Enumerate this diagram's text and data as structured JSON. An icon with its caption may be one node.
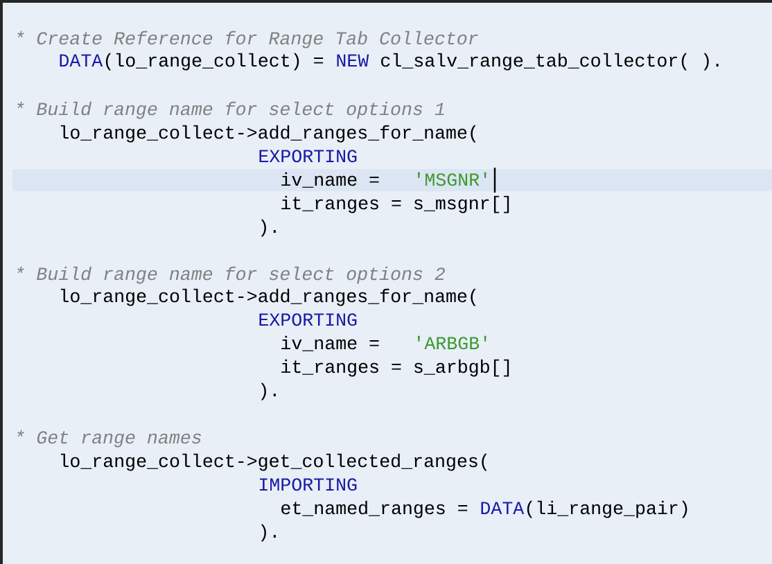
{
  "diagram": {
    "labels": [
      "* Create Reference for Range Tab Collector",
      "DATA",
      "(lo_range_collect) =",
      "NEW",
      "cl_salv_range_tab_collector( ).",
      "* Build range name for select options 1",
      "lo_range_collect->add_ranges_for_name(",
      "EXPORTING",
      "iv_name =",
      "'MSGNR'",
      "it_ranges = s_msgnr[]",
      ").",
      "* Build range name for select options 2",
      "lo_range_collect->add_ranges_for_name(",
      "EXPORTING",
      "iv_name =",
      "'ARBGB'",
      "it_ranges = s_arbgb[]",
      ").",
      "* Get range names",
      "lo_range_collect->get_collected_ranges(",
      "IMPORTING",
      "et_named_ranges =",
      "DATA",
      "(li_range_pair)",
      ")."
    ]
  }
}
